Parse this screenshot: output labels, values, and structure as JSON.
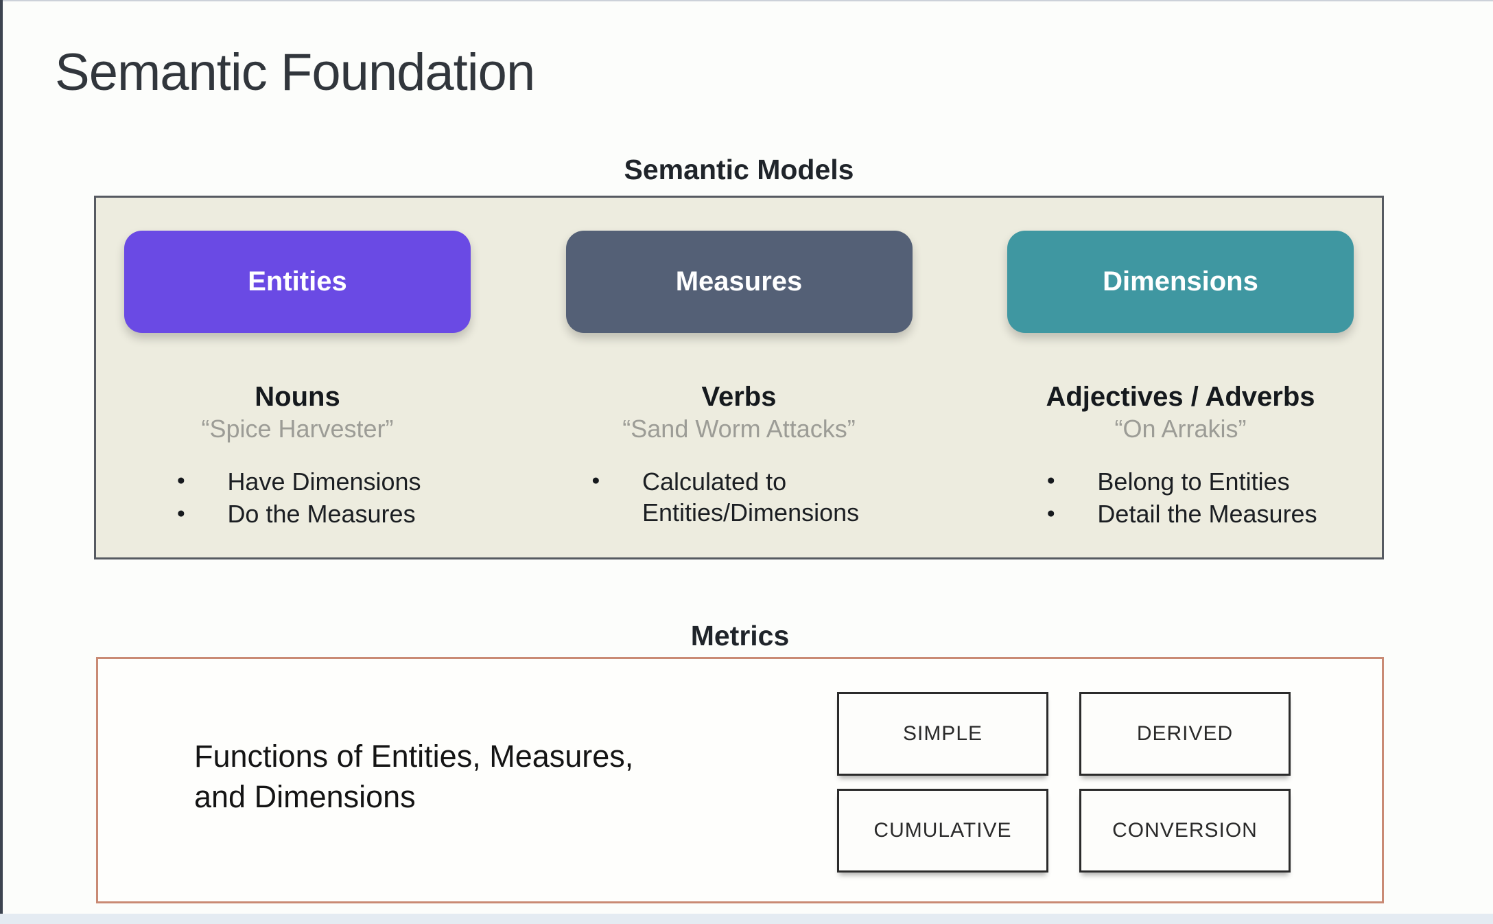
{
  "page": {
    "title": "Semantic Foundation"
  },
  "semantic_models": {
    "heading": "Semantic Models",
    "panel_background": "#edecdf",
    "columns": [
      {
        "id": "entities",
        "pill_label": "Entities",
        "pill_color": "#6a4ae4",
        "heading": "Nouns",
        "quote": "“Spice Harvester”",
        "bullets": [
          "Have Dimensions",
          "Do the Measures"
        ]
      },
      {
        "id": "measures",
        "pill_label": "Measures",
        "pill_color": "#546076",
        "heading": "Verbs",
        "quote": "“Sand Worm Attacks”",
        "bullets": [
          "Calculated to Entities/Dimensions"
        ]
      },
      {
        "id": "dimensions",
        "pill_label": "Dimensions",
        "pill_color": "#3f97a1",
        "heading": "Adjectives / Adverbs",
        "quote": "“On Arrakis”",
        "bullets": [
          "Belong to Entities",
          "Detail the Measures"
        ]
      }
    ]
  },
  "metrics": {
    "heading": "Metrics",
    "border_color": "#c98a74",
    "description_line1": "Functions of Entities, Measures,",
    "description_line2": "and Dimensions",
    "types": [
      "SIMPLE",
      "DERIVED",
      "CUMULATIVE",
      "CONVERSION"
    ]
  }
}
